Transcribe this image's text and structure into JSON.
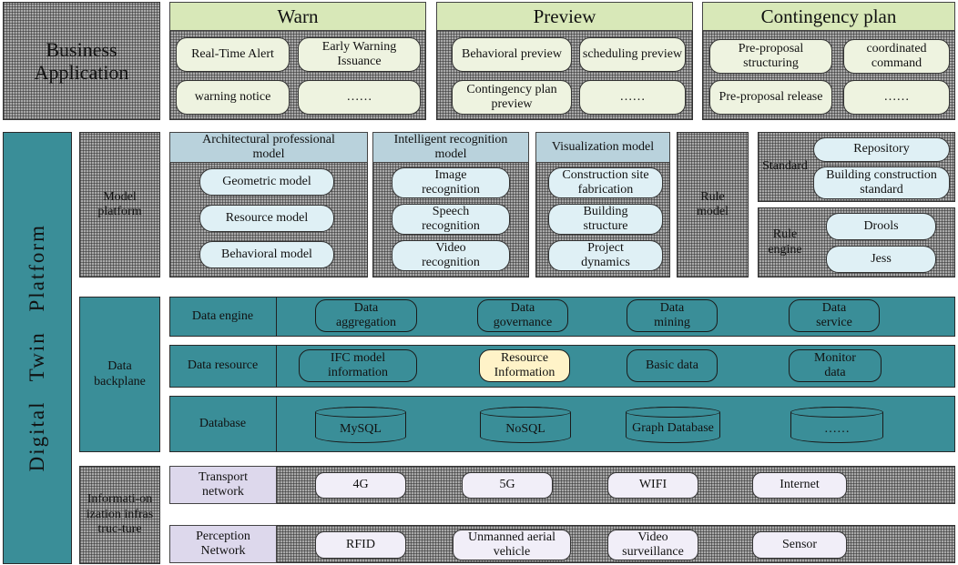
{
  "business": {
    "title": "Business Application",
    "warn": {
      "title": "Warn",
      "items": [
        "Real-Time Alert",
        "Early Warning Issuance",
        "warning notice",
        "……"
      ]
    },
    "preview": {
      "title": "Preview",
      "items": [
        "Behavioral preview",
        "scheduling preview",
        "Contingency plan preview",
        "……"
      ]
    },
    "contingency": {
      "title": "Contingency plan",
      "items": [
        "Pre-proposal structuring",
        "coordinated command",
        "Pre-proposal release",
        "……"
      ]
    }
  },
  "platform_title": "Digital Twin Platform",
  "model_platform": {
    "label": "Model platform",
    "architectural": {
      "title": "Architectural professional model",
      "items": [
        "Geometric model",
        "Resource model",
        "Behavioral model"
      ]
    },
    "intelligent": {
      "title": "Intelligent recognition model",
      "items": [
        "Image recognition",
        "Speech recognition",
        "Video recognition"
      ]
    },
    "visualization": {
      "title": "Visualization model",
      "items": [
        "Construction site fabrication",
        "Building structure",
        "Project dynamics"
      ]
    },
    "rule_model": "Rule model",
    "standard": {
      "label": "Standard",
      "items": [
        "Repository",
        "Building construction standard"
      ]
    },
    "rule_engine": {
      "label": "Rule engine",
      "items": [
        "Drools",
        "Jess"
      ]
    }
  },
  "data_backplane": {
    "label": "Data backplane",
    "engine": {
      "label": "Data engine",
      "items": [
        "Data aggregation",
        "Data governance",
        "Data mining",
        "Data service"
      ]
    },
    "resource": {
      "label": "Data resource",
      "items": [
        "IFC model information",
        "Resource Information",
        "Basic data",
        "Monitor data"
      ]
    },
    "database": {
      "label": "Database",
      "items": [
        "MySQL",
        "NoSQL",
        "Graph Database",
        "……"
      ]
    }
  },
  "infrastructure": {
    "label": "Informati-onization infrastruc-ture",
    "transport": {
      "label": "Transport network",
      "items": [
        "4G",
        "5G",
        "WIFI",
        "Internet"
      ]
    },
    "perception": {
      "label": "Perception Network",
      "items": [
        "RFID",
        "Unmanned aerial vehicle",
        "Video surveillance",
        "Sensor"
      ]
    }
  }
}
